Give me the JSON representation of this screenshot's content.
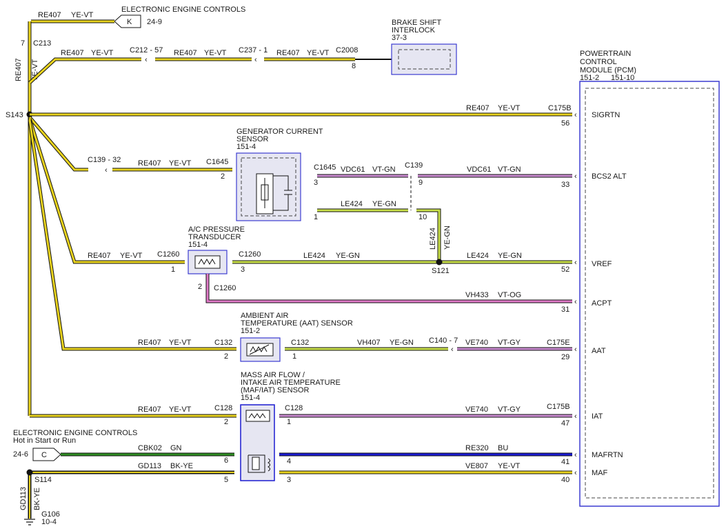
{
  "colors": {
    "ye_vt": "#e8d21e",
    "vt_gn": "#c98ad0",
    "ye_gn": "#c9e04a",
    "vt_og": "#e07ac8",
    "vt_gy": "#c98ad0",
    "gn": "#2e8b22",
    "bu": "#1a1ad0",
    "bk_ye": "#e8d21e",
    "module_border": "#3b3bd0"
  },
  "top_connector": {
    "title": "ELECTRONIC ENGINE CONTROLS",
    "letter": "K",
    "ref": "24-9",
    "wire": "RE407",
    "color": "YE-VT",
    "pin": "7",
    "conn": "C213"
  },
  "vertical_trunk": {
    "wire": "RE407",
    "color": "YE-VT",
    "splice": "S143"
  },
  "brake_shift": {
    "title1": "BRAKE SHIFT",
    "title2": "INTERLOCK",
    "ref": "37-3",
    "seg1_wire": "RE407",
    "seg1_color": "YE-VT",
    "conn1": "C212 - 57",
    "seg2_wire": "RE407",
    "seg2_color": "YE-VT",
    "conn2": "C237 - 1",
    "seg3_wire": "RE407",
    "seg3_color": "YE-VT",
    "conn3": "C2008",
    "pin3": "8"
  },
  "pcm": {
    "title1": "POWERTRAIN",
    "title2": "CONTROL",
    "title3": "MODULE (PCM)",
    "ref1": "151-2",
    "ref2": "151-10",
    "pins": [
      {
        "label": "SIGRTN",
        "num": "56"
      },
      {
        "label": "BCS2 ALT",
        "num": "33"
      },
      {
        "label": "VREF",
        "num": "52"
      },
      {
        "label": "ACPT",
        "num": "31"
      },
      {
        "label": "AAT",
        "num": "29"
      },
      {
        "label": "IAT",
        "num": "47"
      },
      {
        "label": "MAFRTN",
        "num": "41"
      },
      {
        "label": "MAF",
        "num": "40"
      }
    ]
  },
  "sigrtn_line": {
    "wire": "RE407",
    "color": "YE-VT",
    "conn": "C175B"
  },
  "gen_sensor": {
    "title1": "GENERATOR CURRENT",
    "title2": "SENSOR",
    "ref": "151-4",
    "left_conn": "C139 - 32",
    "left_wire": "RE407",
    "left_color": "YE-VT",
    "conn": "C1645",
    "pin_left": "2",
    "right_conn": "C1645",
    "pin_r3": "3",
    "pin_r1": "1",
    "vdc_wire": "VDC61",
    "vdc_color": "VT-GN",
    "c139": "C139",
    "pin9": "9",
    "pin10": "10",
    "vdc2_wire": "VDC61",
    "vdc2_color": "VT-GN",
    "le_wire": "LE424",
    "le_color": "YE-GN",
    "vert_wire": "LE424",
    "vert_color": "YE-GN"
  },
  "ac_sensor": {
    "title1": "A/C PRESSURE",
    "title2": "TRANSDUCER",
    "ref": "151-4",
    "left_wire": "RE407",
    "left_color": "YE-VT",
    "conn_left": "C1260",
    "pin1": "1",
    "conn_right": "C1260",
    "pin3": "3",
    "mid_wire": "LE424",
    "mid_color": "YE-GN",
    "splice": "S121",
    "right_wire": "LE424",
    "right_color": "YE-GN",
    "pin2": "2",
    "conn_bottom": "C1260",
    "acpt_wire": "VH433",
    "acpt_color": "VT-OG"
  },
  "aat_sensor": {
    "title1": "AMBIENT AIR",
    "title2": "TEMPERATURE (AAT) SENSOR",
    "ref": "151-2",
    "left_wire": "RE407",
    "left_color": "YE-VT",
    "conn_left": "C132",
    "pin2": "2",
    "conn_right": "C132",
    "pin1": "1",
    "mid_wire": "VH407",
    "mid_color": "YE-GN",
    "c140": "C140 - 7",
    "right_wire": "VE740",
    "right_color": "VT-GY",
    "pcm_conn": "C175E"
  },
  "maf_sensor": {
    "title1": "MASS AIR FLOW /",
    "title2": "INTAKE AIR TEMPERATURE",
    "title3": "(MAF/IAT) SENSOR",
    "ref": "151-4",
    "left_wire": "RE407",
    "left_color": "YE-VT",
    "conn_left": "C128",
    "pin2": "2",
    "conn_right": "C128",
    "pin1": "1",
    "iat_wire": "VE740",
    "iat_color": "VT-GY",
    "iat_conn": "C175B",
    "pin6": "6",
    "pin4": "4",
    "pin5": "5",
    "pin3": "3",
    "mafrtn_wire": "RE320",
    "mafrtn_color": "BU",
    "maf_wire": "VE807",
    "maf_color": "YE-VT"
  },
  "bottom_left": {
    "title1": "ELECTRONIC ENGINE CONTROLS",
    "title2": "Hot in Start or Run",
    "ref": "24-6",
    "letter": "C",
    "gn_wire": "CBK02",
    "gn_color": "GN",
    "splice": "S114",
    "gd_wire": "GD113",
    "gd_color": "BK-YE",
    "vert_wire": "GD113",
    "vert_color": "BK-YE",
    "ground": "G106",
    "ground_ref": "10-4"
  }
}
